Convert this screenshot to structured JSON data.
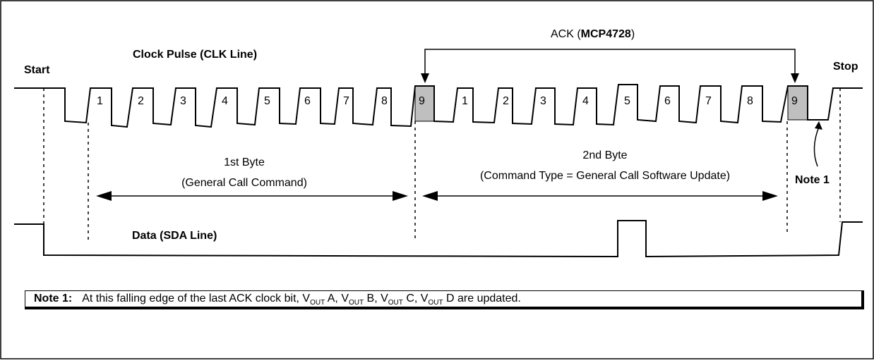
{
  "labels": {
    "start": "Start",
    "stop": "Stop",
    "clock_title": "Clock Pulse (CLK Line)",
    "data_title": "Data (SDA Line)",
    "ack_prefix": "ACK (",
    "ack_chip": "MCP4728",
    "ack_suffix": ")",
    "byte1_title": "1st Byte",
    "byte1_desc": "(General Call Command)",
    "byte2_title": "2nd Byte",
    "byte2_desc": "(Command Type = General Call Software Update)",
    "note_ref": "Note 1"
  },
  "clock_numbers": [
    "1",
    "2",
    "3",
    "4",
    "5",
    "6",
    "7",
    "8",
    "9",
    "1",
    "2",
    "3",
    "4",
    "5",
    "6",
    "7",
    "8",
    "9"
  ],
  "ack_bits": [
    9,
    18
  ],
  "note": {
    "label": "Note 1:",
    "text_1": "At this falling edge of the last ACK clock bit, V",
    "sub": "OUT",
    "a": " A, V",
    "b": " B, V",
    "c": " C, V",
    "d": " D are updated."
  },
  "colors": {
    "ack_fill": "#bfbfbf",
    "line": "#000000"
  }
}
